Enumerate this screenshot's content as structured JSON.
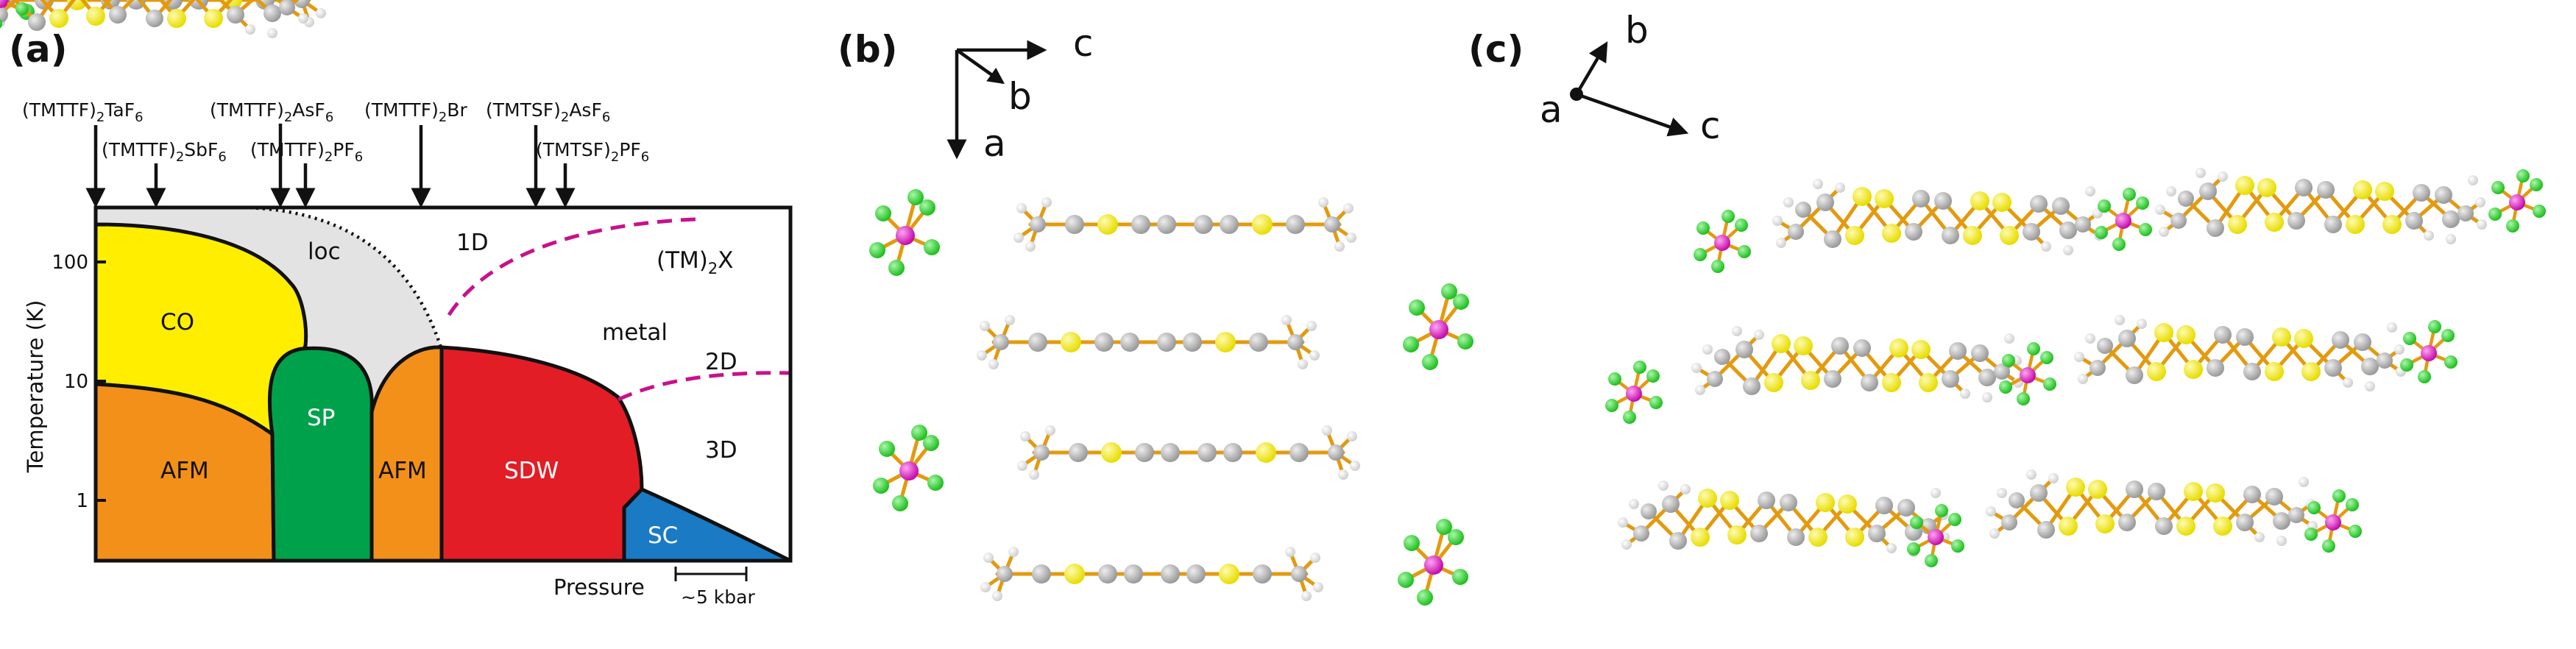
{
  "panels": {
    "a": "(a)",
    "b": "(b)",
    "c": "(c)"
  },
  "compounds": {
    "tmttf_taf6": "(TMTTF)2TaF6",
    "tmttf_sbf6": "(TMTTF)2SbF6",
    "tmttf_asf6": "(TMTTF)2AsF6",
    "tmttf_pf6": "(TMTTF)2PF6",
    "tmttf_br": "(TMTTF)2Br",
    "tmtsf_asf6": "(TMTSF)2AsF6",
    "tmtsf_pf6": "(TMTSF)2PF6"
  },
  "regions": {
    "loc": "loc",
    "one_d": "1D",
    "two_d": "2D",
    "three_d": "3D",
    "metal": "metal",
    "formula": "(TM)2X",
    "co": "CO",
    "afm_left": "AFM",
    "sp": "SP",
    "afm_mid": "AFM",
    "sdw": "SDW",
    "sc": "SC"
  },
  "axes": {
    "ylabel": "Temperature (K)",
    "xlabel": "Pressure",
    "scale_label": "~5 kbar",
    "yticks": [
      "100",
      "10",
      "1"
    ]
  },
  "colors": {
    "co": "#ffee00",
    "afm": "#f39019",
    "sp": "#00a14b",
    "sdw": "#e31d26",
    "sc": "#1a7ac4",
    "loc": "#e3e3e3",
    "crossover": "#c8118a",
    "sulfur": "#f0ea18",
    "carbon": "#b5b5b5",
    "hydrogen": "#f3f3f3",
    "fluorine": "#33d233",
    "anion_center": "#e316c6",
    "bond": "#e39a0e"
  },
  "axes_b": {
    "c": "c",
    "b": "b",
    "a": "a"
  },
  "axes_c": {
    "b": "b",
    "a": "a",
    "c": "c"
  }
}
